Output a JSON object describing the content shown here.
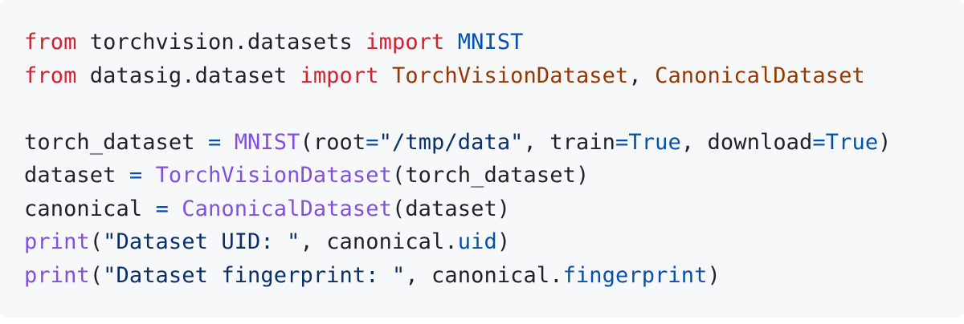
{
  "theme": {
    "background": "#f6f8fa",
    "text": "#1f2328",
    "keyword": "#cf222e",
    "import_name": "#0550ae",
    "class_import": "#953800",
    "function_call": "#8250df",
    "string": "#0a3069",
    "operator": "#0550ae"
  },
  "code": {
    "language": "python",
    "lines": [
      {
        "tokens": [
          {
            "t": "from",
            "k": "kw"
          },
          {
            "t": " torchvision.datasets ",
            "k": "txt"
          },
          {
            "t": "import",
            "k": "kw"
          },
          {
            "t": " ",
            "k": "txt"
          },
          {
            "t": "MNIST",
            "k": "imp"
          }
        ]
      },
      {
        "tokens": [
          {
            "t": "from",
            "k": "kw"
          },
          {
            "t": " datasig.dataset ",
            "k": "txt"
          },
          {
            "t": "import",
            "k": "kw"
          },
          {
            "t": " ",
            "k": "txt"
          },
          {
            "t": "TorchVisionDataset",
            "k": "cls"
          },
          {
            "t": ", ",
            "k": "txt"
          },
          {
            "t": "CanonicalDataset",
            "k": "cls"
          }
        ]
      },
      {
        "tokens": []
      },
      {
        "tokens": [
          {
            "t": "torch_dataset ",
            "k": "txt"
          },
          {
            "t": "=",
            "k": "op"
          },
          {
            "t": " ",
            "k": "txt"
          },
          {
            "t": "MNIST",
            "k": "fn"
          },
          {
            "t": "(root",
            "k": "txt"
          },
          {
            "t": "=",
            "k": "op"
          },
          {
            "t": "\"/tmp/data\"",
            "k": "str"
          },
          {
            "t": ", train",
            "k": "txt"
          },
          {
            "t": "=",
            "k": "op"
          },
          {
            "t": "True",
            "k": "const"
          },
          {
            "t": ", download",
            "k": "txt"
          },
          {
            "t": "=",
            "k": "op"
          },
          {
            "t": "True",
            "k": "const"
          },
          {
            "t": ")",
            "k": "txt"
          }
        ]
      },
      {
        "tokens": [
          {
            "t": "dataset ",
            "k": "txt"
          },
          {
            "t": "=",
            "k": "op"
          },
          {
            "t": " ",
            "k": "txt"
          },
          {
            "t": "TorchVisionDataset",
            "k": "fn"
          },
          {
            "t": "(torch_dataset)",
            "k": "txt"
          }
        ]
      },
      {
        "tokens": [
          {
            "t": "canonical ",
            "k": "txt"
          },
          {
            "t": "=",
            "k": "op"
          },
          {
            "t": " ",
            "k": "txt"
          },
          {
            "t": "CanonicalDataset",
            "k": "fn"
          },
          {
            "t": "(dataset)",
            "k": "txt"
          }
        ]
      },
      {
        "tokens": [
          {
            "t": "print",
            "k": "fn"
          },
          {
            "t": "(",
            "k": "txt"
          },
          {
            "t": "\"Dataset UID: \"",
            "k": "str"
          },
          {
            "t": ", canonical.",
            "k": "txt"
          },
          {
            "t": "uid",
            "k": "attr"
          },
          {
            "t": ")",
            "k": "txt"
          }
        ]
      },
      {
        "tokens": [
          {
            "t": "print",
            "k": "fn"
          },
          {
            "t": "(",
            "k": "txt"
          },
          {
            "t": "\"Dataset fingerprint: \"",
            "k": "str"
          },
          {
            "t": ", canonical.",
            "k": "txt"
          },
          {
            "t": "fingerprint",
            "k": "attr"
          },
          {
            "t": ")",
            "k": "txt"
          }
        ]
      }
    ]
  }
}
